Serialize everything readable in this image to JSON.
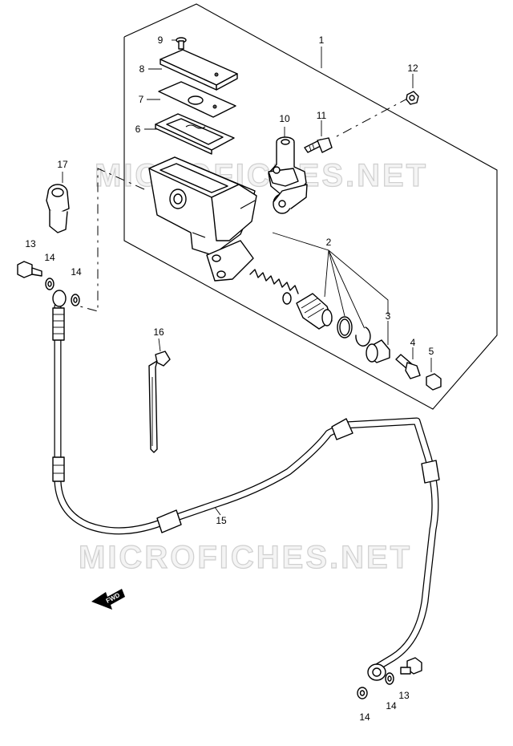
{
  "watermark": "MICROFICHES.NET",
  "fwd_label": "FWD",
  "callouts": [
    {
      "id": "1",
      "label": "1"
    },
    {
      "id": "2",
      "label": "2"
    },
    {
      "id": "3",
      "label": "3"
    },
    {
      "id": "4",
      "label": "4"
    },
    {
      "id": "5",
      "label": "5"
    },
    {
      "id": "6",
      "label": "6"
    },
    {
      "id": "7",
      "label": "7"
    },
    {
      "id": "8",
      "label": "8"
    },
    {
      "id": "9",
      "label": "9"
    },
    {
      "id": "10",
      "label": "10"
    },
    {
      "id": "11",
      "label": "11"
    },
    {
      "id": "12",
      "label": "12"
    },
    {
      "id": "13a",
      "label": "13"
    },
    {
      "id": "14a",
      "label": "14"
    },
    {
      "id": "14b",
      "label": "14"
    },
    {
      "id": "16",
      "label": "16"
    },
    {
      "id": "17",
      "label": "17"
    },
    {
      "id": "15",
      "label": "15"
    },
    {
      "id": "14c",
      "label": "14"
    },
    {
      "id": "14d",
      "label": "14"
    },
    {
      "id": "13b",
      "label": "13"
    }
  ],
  "colors": {
    "line": "#000000",
    "background": "#ffffff",
    "watermark": "#cfcfcf"
  }
}
